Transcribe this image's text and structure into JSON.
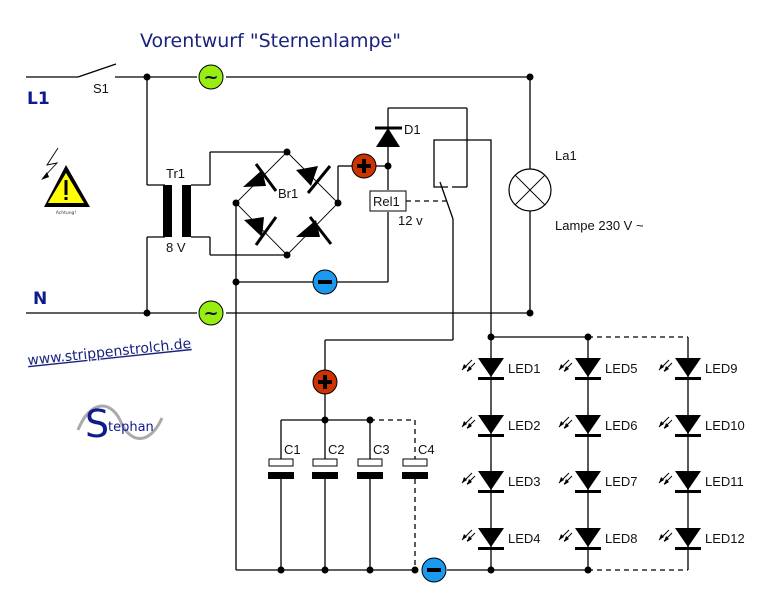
{
  "title": "Vorentwurf \"Sternenlampe\"",
  "bus_labels": {
    "phase": "L1",
    "neutral": "N"
  },
  "components": {
    "switch": "S1",
    "transformer": {
      "name": "Tr1",
      "value": "8 V"
    },
    "bridge_rectifier": "Br1",
    "diode": "D1",
    "relay": {
      "name": "Rel1",
      "value": "12 v"
    },
    "lamp": {
      "name": "La1",
      "description": "Lampe 230 V ~"
    },
    "capacitors": [
      "C1",
      "C2",
      "C3",
      "C4"
    ],
    "leds": [
      [
        "LED1",
        "LED2",
        "LED3",
        "LED4"
      ],
      [
        "LED5",
        "LED6",
        "LED7",
        "LED8"
      ],
      [
        "LED9",
        "LED10",
        "LED11",
        "LED12"
      ]
    ]
  },
  "terminal_symbols": {
    "ac": "~",
    "plus": "+",
    "minus": "−"
  },
  "warning": {
    "caption": "Achtung!"
  },
  "website": "www.strippenstrolch.de",
  "signature": {
    "initial": "S",
    "rest": "tephan"
  },
  "colors": {
    "ac_terminal": "#99ee11",
    "plus_terminal": "#cc3300",
    "minus_terminal": "#1a99ee",
    "title_text": "#1a237e",
    "warning_yellow": "#ffff00"
  }
}
